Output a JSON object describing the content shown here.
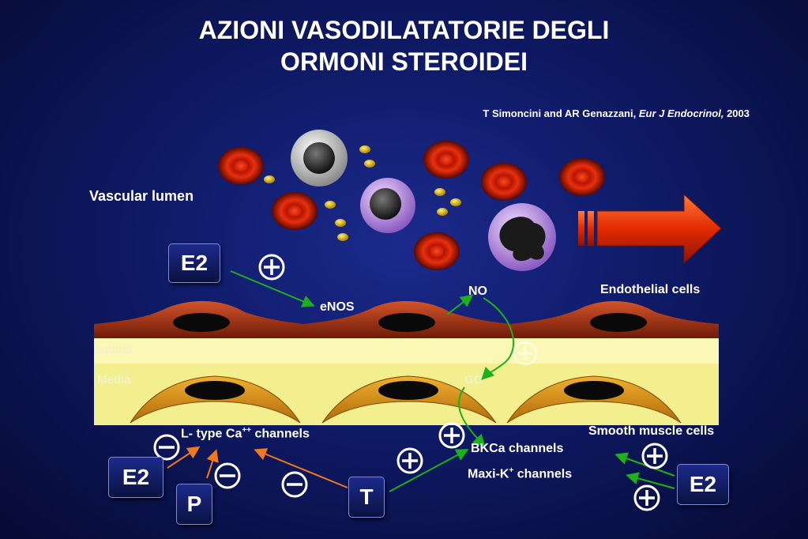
{
  "title": {
    "line1": "AZIONI VASODILATATORIE DEGLI",
    "line2": "ORMONI STEROIDEI"
  },
  "citation": {
    "authors": "T Simoncini and AR Genazzani, ",
    "journal": "Eur J Endocrinol,",
    "year": " 2003"
  },
  "labels": {
    "vascular_lumen": "Vascular lumen",
    "endothelial_cells": "Endothelial cells",
    "smooth_muscle_cells": "Smooth muscle cells",
    "intima": "Intima",
    "media": "Media",
    "enos": "eNOS",
    "no": "NO",
    "gc": "GC",
    "l_type": "L- type Ca",
    "l_type_sup": "++",
    "l_type_end": " channels",
    "bkca": "BKCa channels",
    "maxik": "Maxi-K",
    "maxik_sup": "+",
    "maxik_end": " channels"
  },
  "hormones": {
    "e2_top": "E2",
    "e2_left": "E2",
    "p": "P",
    "t": "T",
    "e2_right": "E2"
  },
  "colors": {
    "activation_arrow": "#1db01d",
    "inhibition_arrow": "#f07820",
    "flow_arrow": "#e03000",
    "endothelium": "#b23418",
    "smooth_muscle": "#d98a14",
    "vessel_wall": "#fbf7b4"
  },
  "icons": {
    "plus": "plus-circle-icon",
    "minus": "minus-circle-icon"
  }
}
